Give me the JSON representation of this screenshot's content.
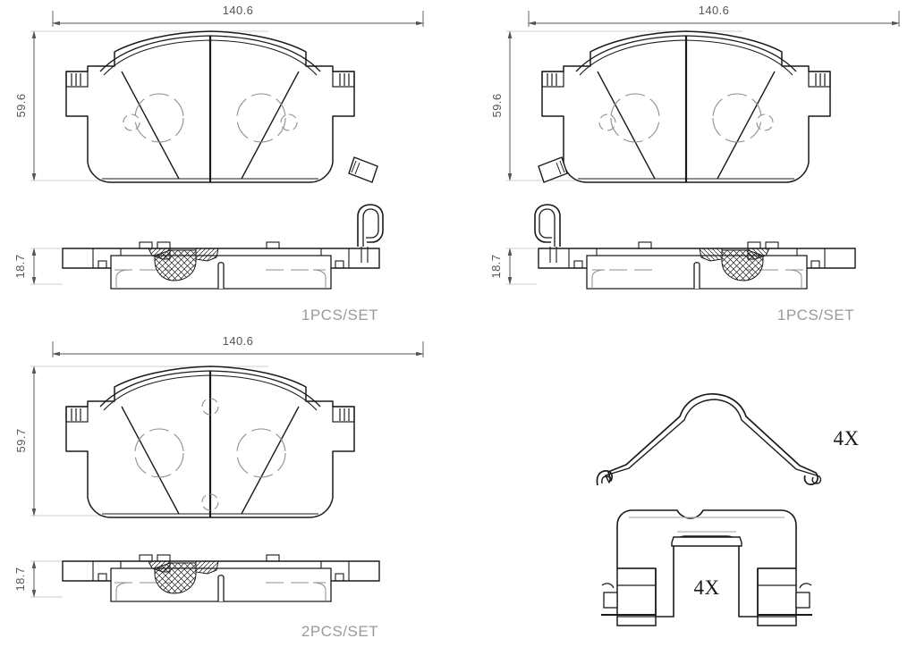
{
  "drawing": {
    "type": "brake-pad-set-technical-drawing",
    "background_color": "#ffffff",
    "line_color": "#1a1a1a",
    "hidden_line_color": "#8d8d92",
    "dimension_text_color": "#55555a",
    "set_text_color": "#9a9a9e",
    "qty_text_color": "#17171a"
  },
  "views": {
    "top_left": {
      "name": "outer-pad-left-face-view",
      "width_dim": "140.6",
      "height_dim": "59.6",
      "thickness_dim": "18.7",
      "set_label": "1PCS/SET",
      "has_wear_sensor": true,
      "wear_sensor_side": "right"
    },
    "top_right": {
      "name": "outer-pad-right-face-view",
      "width_dim": "140.6",
      "height_dim": "59.6",
      "thickness_dim": "18.7",
      "set_label": "1PCS/SET",
      "has_wear_sensor": true,
      "wear_sensor_side": "left"
    },
    "bottom_left": {
      "name": "inner-pad-face-view",
      "width_dim": "140.6",
      "height_dim": "59.7",
      "thickness_dim": "18.7",
      "set_label": "2PCS/SET",
      "has_wear_sensor": false
    },
    "hardware": {
      "spring_clip": {
        "name": "anti-rattle-spring-clip",
        "qty_label": "4X"
      },
      "shim_bracket": {
        "name": "pad-retainer-shim-bracket",
        "qty_label": "4X"
      }
    }
  }
}
